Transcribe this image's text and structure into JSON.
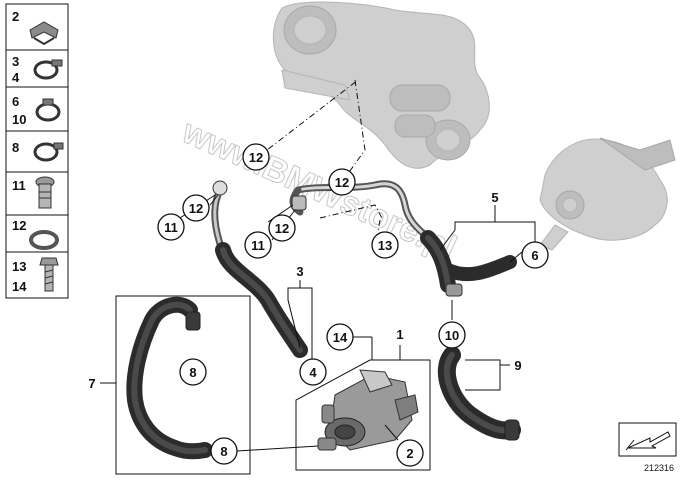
{
  "legend": [
    {
      "labels": [
        "2"
      ],
      "icon": "spring-clip-icon"
    },
    {
      "labels": [
        "3",
        "4"
      ],
      "icon": "hose-clamp-icon"
    },
    {
      "labels": [
        "6",
        "10"
      ],
      "icon": "hose-clamp-icon"
    },
    {
      "labels": [
        "8"
      ],
      "icon": "hose-clamp-icon"
    },
    {
      "labels": [
        "11"
      ],
      "icon": "hollow-bolt-icon"
    },
    {
      "labels": [
        "12"
      ],
      "icon": "sealing-ring-icon"
    },
    {
      "labels": [
        "13",
        "14"
      ],
      "icon": "screw-icon"
    }
  ],
  "callouts": {
    "c1": "1",
    "c2": "2",
    "c3": "3",
    "c4": "4",
    "c5": "5",
    "c6": "6",
    "c7": "7",
    "c8a": "8",
    "c8b": "8",
    "c9": "9",
    "c10": "10",
    "c11a": "11",
    "c11b": "11",
    "c12a": "12",
    "c12b": "12",
    "c12c": "12",
    "c12d": "12",
    "c13": "13",
    "c14": "14"
  },
  "watermark": "www.BMWstore.pl",
  "diagram_number": "212316",
  "orientation_icon": "direction-arrow-icon",
  "colors": {
    "line": "#111111",
    "hose": "#2b2b2b",
    "ghost": "#cfcfcf"
  }
}
